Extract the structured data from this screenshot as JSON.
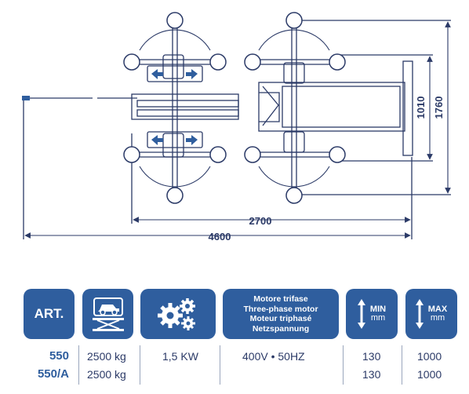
{
  "dimensions": {
    "length_total": "4600",
    "length_platform": "2700",
    "width_inner": "1010",
    "width_outer": "1760"
  },
  "headers": {
    "art": "ART.",
    "load_icon": "lift-platform-with-car-icon",
    "power_icon": "gears-icon",
    "motor": [
      "Motore trifase",
      "Three-phase motor",
      "Moteur triphasé",
      "Netzspannung"
    ],
    "min_top": "MIN",
    "min_bottom": "mm",
    "max_top": "MAX",
    "max_bottom": "mm"
  },
  "rows": [
    {
      "art": "550",
      "load": "2500 kg",
      "power": "1,5 KW",
      "motor": "400V • 50HZ",
      "min": "130",
      "max": "1000"
    },
    {
      "art": "550/A",
      "load": "2500 kg",
      "power": "",
      "motor": "",
      "min": "130",
      "max": "1000"
    }
  ],
  "colors": {
    "accent": "#2f5e9e",
    "line": "#2b3a67"
  }
}
